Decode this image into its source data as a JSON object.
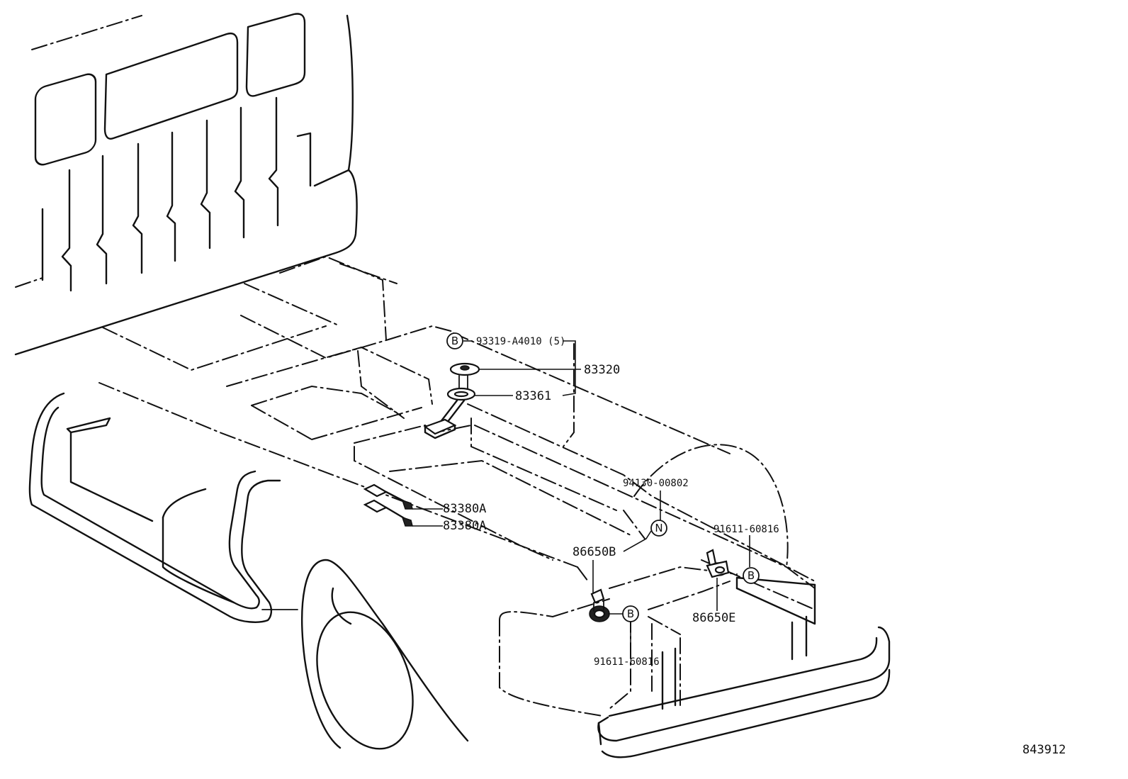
{
  "diagram_id": "843912",
  "callouts": [
    {
      "marker": "B",
      "part": "93319-A4010 (5)"
    },
    {
      "part": "83320"
    },
    {
      "part": "83361"
    },
    {
      "part": "83380A"
    },
    {
      "part": "83380A"
    },
    {
      "part": "94130-00802"
    },
    {
      "marker": "N"
    },
    {
      "part": "91611-60816"
    },
    {
      "marker": "B"
    },
    {
      "part": "86650B"
    },
    {
      "marker": "B"
    },
    {
      "part": "86650E"
    },
    {
      "part": "91611-60816"
    }
  ]
}
